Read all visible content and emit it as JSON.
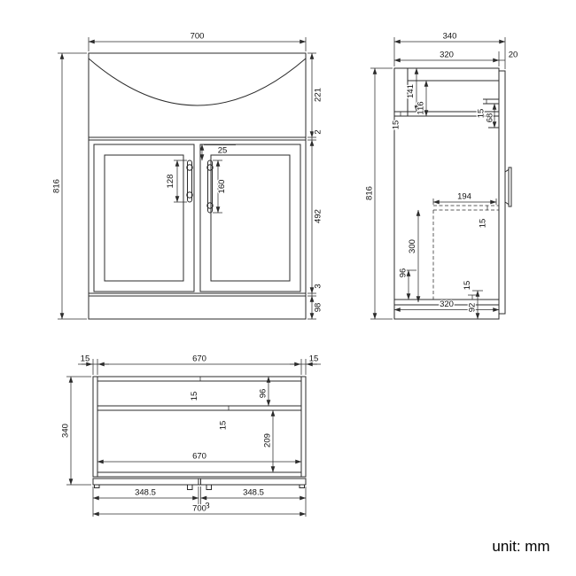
{
  "unit_label": "unit: mm",
  "front_view": {
    "overall_width": "700",
    "overall_height": "816",
    "basin_section": "221",
    "counter_gap": "2",
    "handle_top_offset": "25",
    "left_handle_length": "128",
    "right_handle_length": "160",
    "door_section": "492",
    "bottom_gap": "3",
    "plinth": "98"
  },
  "side_view": {
    "overall_depth": "340",
    "body_depth": "320",
    "door_thickness": "20",
    "overall_height": "816",
    "basin_depth": "141",
    "panel_thickness": "15",
    "basin_inner_height": "116",
    "door_top_offset": "15",
    "handle_length": "68",
    "shelf_depth": "194",
    "shelf_thickness": "15",
    "shelf_to_base": "300",
    "base_clearance": "96",
    "bottom_rail": "15",
    "base_depth": "320",
    "plinth": "92"
  },
  "plan_view": {
    "left_panel": "15",
    "inner_width_top": "670",
    "right_panel": "15",
    "overall_depth": "340",
    "back_panel": "15",
    "back_clearance": "96",
    "rail_thickness": "15",
    "front_depth": "209",
    "inner_width_bottom": "670",
    "left_door_width": "348.5",
    "door_gap": "3",
    "right_door_width": "348.5",
    "overall_width": "700"
  }
}
